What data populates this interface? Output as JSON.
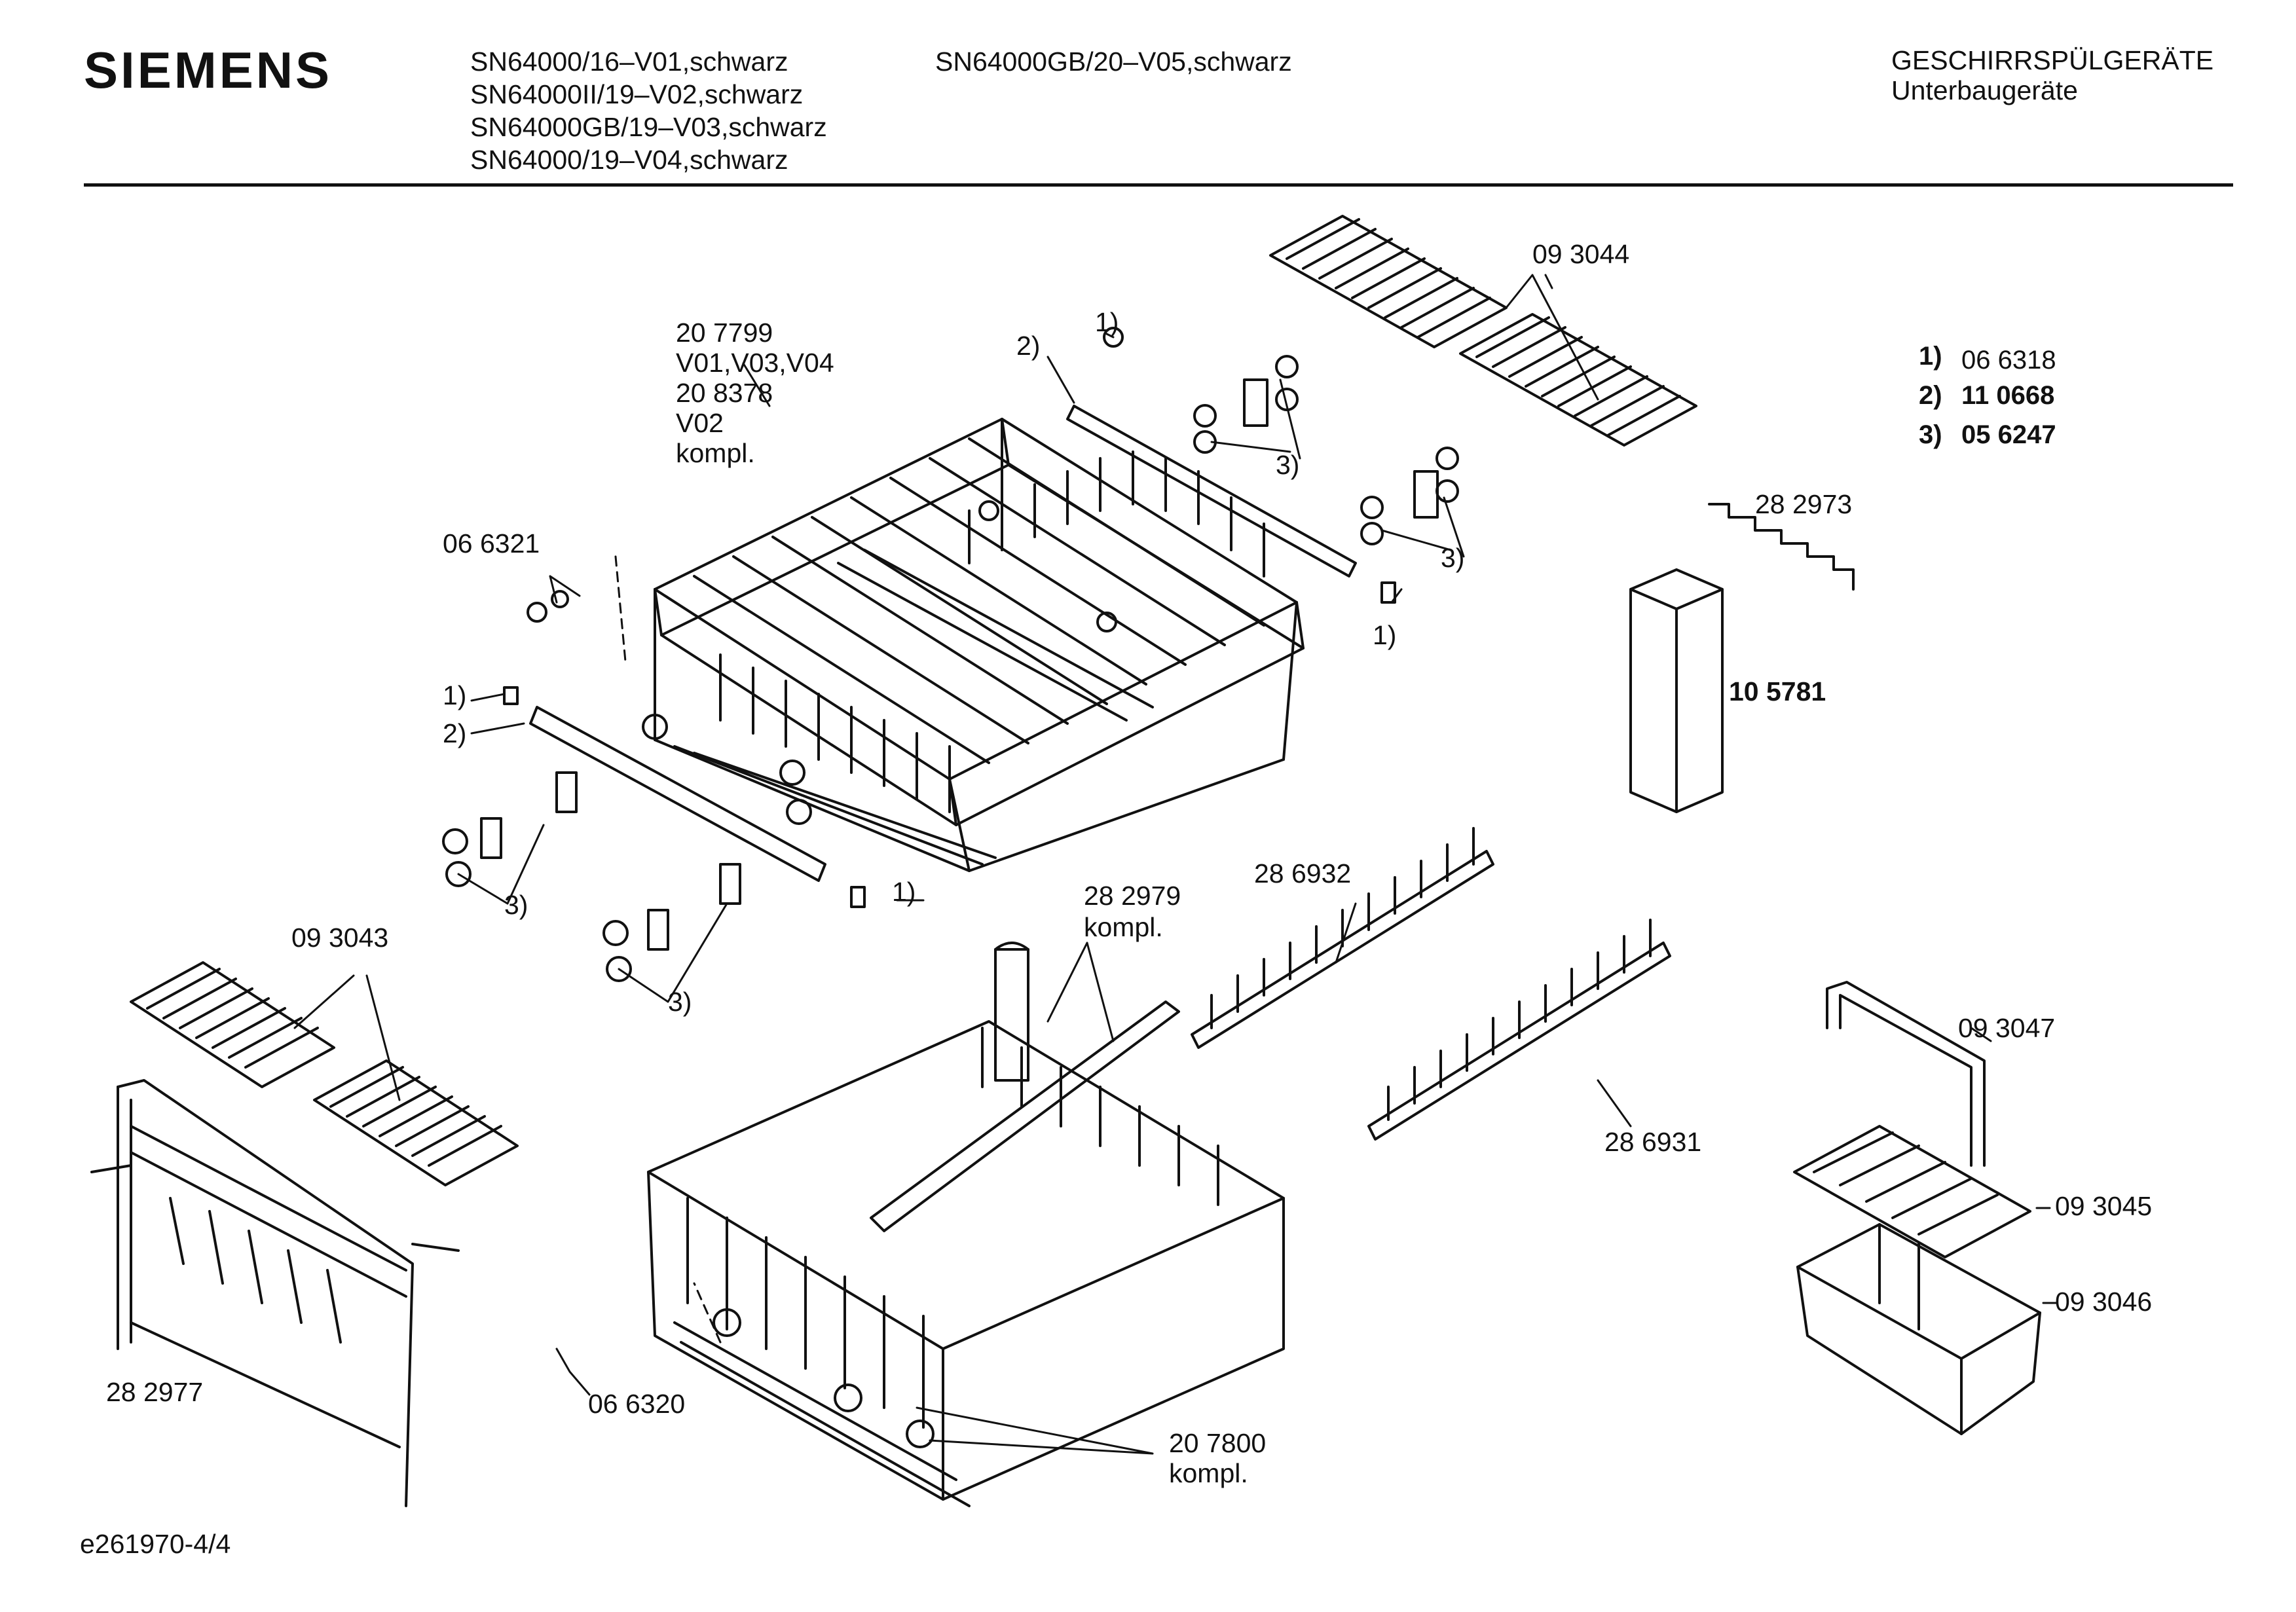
{
  "header": {
    "brand": "SIEMENS",
    "models_col1": [
      "SN64000/16–V01,schwarz",
      "SN64000II/19–V02,schwarz",
      "SN64000GB/19–V03,schwarz",
      "SN64000/19–V04,schwarz"
    ],
    "models_col2": [
      "SN64000GB/20–V05,schwarz"
    ],
    "category": "GESCHIRRSPÜLGERÄTE",
    "subcategory": "Unterbaugeräte"
  },
  "footnotes": [
    {
      "key": "1)",
      "part": "06 6318"
    },
    {
      "key": "2)",
      "part": "11 0668"
    },
    {
      "key": "3)",
      "part": "05 6247"
    }
  ],
  "labels": {
    "upper_basket": [
      "20 7799",
      "V01,V03,V04",
      "20 8378",
      "V02",
      "kompl."
    ],
    "p_093044": "09 3044",
    "p_066321": "06 6321",
    "p_282973": "28 2973",
    "p_105781": "10 5781",
    "p_093043": "09 3043",
    "p_282979": [
      "28 2979",
      "kompl."
    ],
    "p_286932": "28 6932",
    "p_286931": "28 6931",
    "p_093047": "09 3047",
    "p_093045": "09 3045",
    "p_093046": "09 3046",
    "p_282977": "28 2977",
    "p_066320": "06 6320",
    "lower_basket": [
      "20 7800",
      "kompl."
    ],
    "ref1": "1)",
    "ref2": "2)",
    "ref3": "3)"
  },
  "footer": {
    "drawing_id": "e261970-4/4"
  }
}
